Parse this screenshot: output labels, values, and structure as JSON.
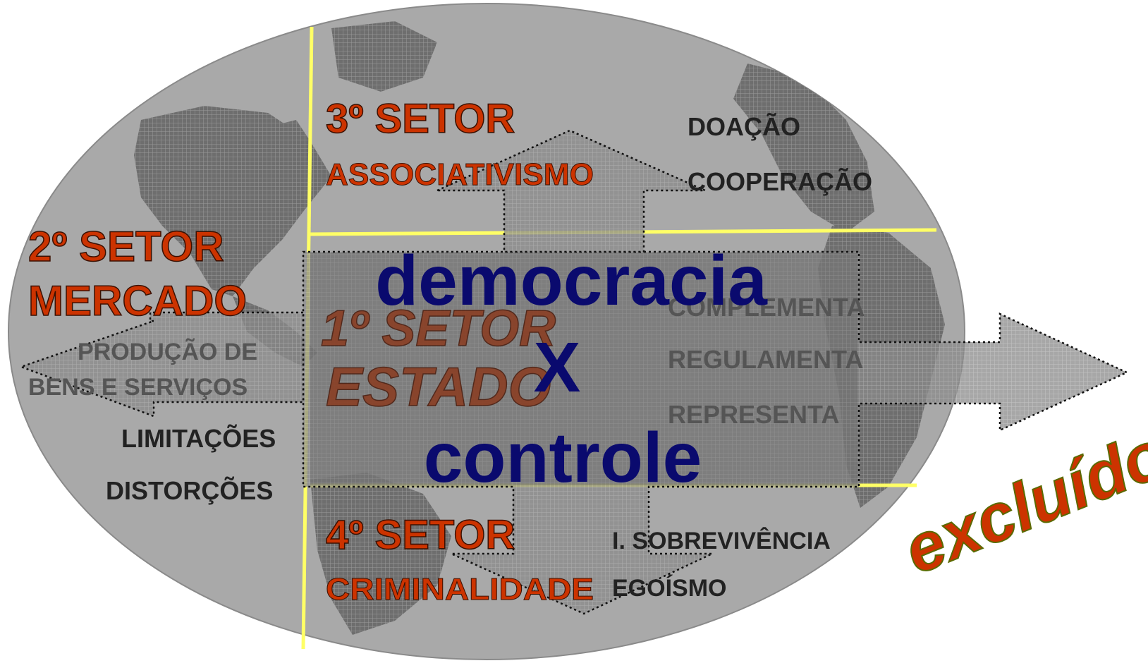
{
  "diagram": {
    "setor3": {
      "title": "3º SETOR",
      "subtitle": "ASSOCIATIVISMO",
      "items": [
        "DOAÇÃO",
        "COOPERAÇÃO"
      ]
    },
    "setor2": {
      "title": "2º SETOR",
      "subtitle": "MERCADO",
      "items": [
        "PRODUÇÃO DE",
        "BENS E SERVIÇOS",
        "LIMITAÇÕES",
        "DISTORÇÕES"
      ]
    },
    "setor1": {
      "title": "1º SETOR",
      "subtitle": "ESTADO",
      "items": [
        "COMPLEMENTA",
        "REGULAMENTA",
        "REPRESENTA"
      ]
    },
    "setor4": {
      "title": "4º SETOR",
      "subtitle": "CRIMINALIDADE",
      "items": [
        "I. SOBREVIVÊNCIA",
        "EGOÍSMO"
      ]
    },
    "center": {
      "line1": "democracia",
      "line2": "X",
      "line3": "controle"
    },
    "outside": "excluídos"
  },
  "colors": {
    "globe": "#a9a9a9",
    "land": "#7a7a7a",
    "divider": "#ffff66",
    "sector_text": "#cc3300",
    "center_text": "#0a0a6e"
  }
}
